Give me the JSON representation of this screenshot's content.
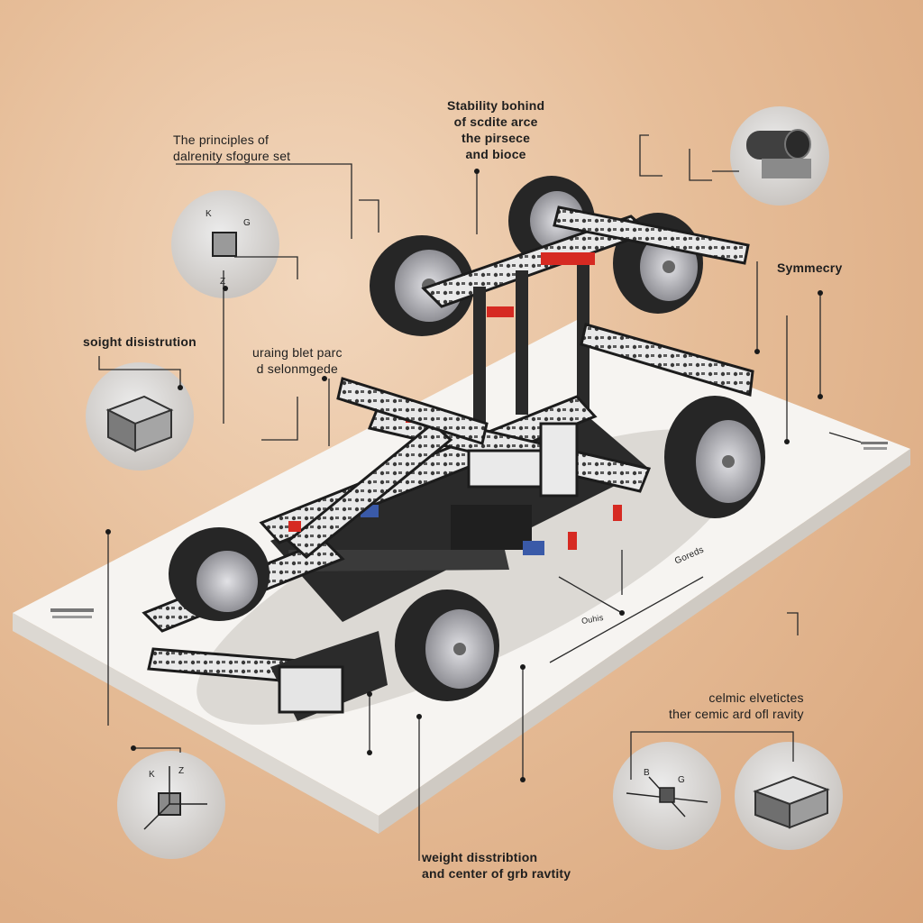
{
  "labels": {
    "principles": [
      "The principles of",
      "dalrenity sfogure set"
    ],
    "stability": [
      "Stability bohind",
      "of scdite arce",
      "the pirsece",
      "and bioce"
    ],
    "symmetry": "Symmecry",
    "weight_top": "soight disistrution",
    "weight_mid": [
      "uraing blet parc",
      "d selonmgede"
    ],
    "centre": [
      "celmic elvetictes",
      "ther cemic ard ofl ravity"
    ],
    "weight_bottom": [
      "weight disstribtion",
      "and center of grb ravtity"
    ],
    "platform_axis": "Goreds",
    "platform_tag": "Ouhis"
  },
  "colors": {
    "beam_light": "#e7e7e7",
    "beam_dark": "#1c1c1c",
    "accent_red": "#d62a22",
    "tire": "#2b2b2b",
    "rim": "#b9b9bd",
    "platform": "#f4f2ef"
  },
  "icons": [
    "wheel-icon",
    "brick-icon",
    "connector-icon",
    "axis-gizmo-icon"
  ]
}
